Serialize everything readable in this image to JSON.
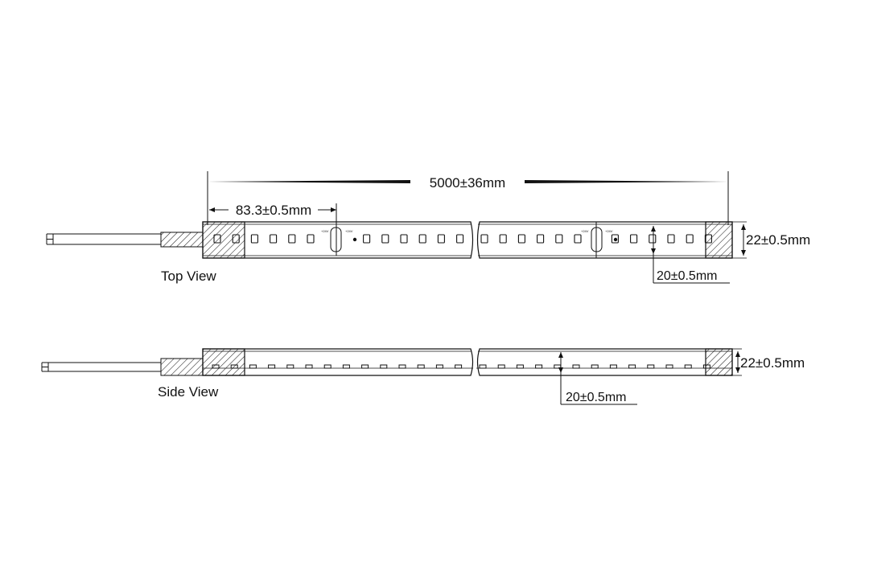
{
  "dimensions": {
    "total_length": "5000±36mm",
    "led_pitch": "83.3±0.5mm",
    "top_width": "22±0.5mm",
    "top_inner": "20±0.5mm",
    "side_height": "22±0.5mm",
    "side_inner": "20±0.5mm"
  },
  "views": {
    "top": "Top View",
    "side": "Side View"
  },
  "strip_marks": {
    "polarity": "+24V"
  },
  "colors": {
    "line": "#1a1a1a",
    "background": "#ffffff"
  }
}
